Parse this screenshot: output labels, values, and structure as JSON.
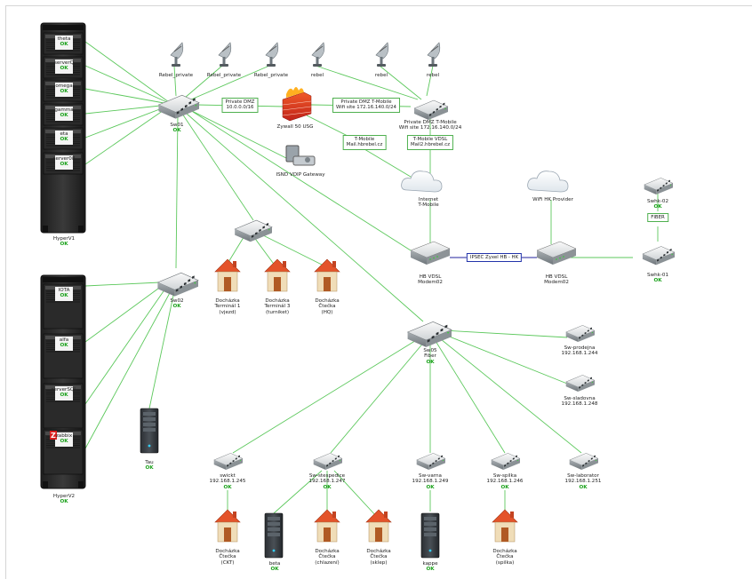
{
  "colors": {
    "link_green": "#5cc85c",
    "link_blue": "#22229e",
    "status_ok": "#1aa11a",
    "box_border": "#4fb04f"
  },
  "racks": [
    {
      "id": "hyperv1",
      "name": "HyperV1",
      "status": "OK",
      "servers": [
        {
          "name": "theta",
          "status": "OK"
        },
        {
          "name": "serverQ",
          "status": "OK"
        },
        {
          "name": "omega",
          "status": "OK"
        },
        {
          "name": "gamma",
          "status": "OK"
        },
        {
          "name": "eta",
          "status": "OK"
        },
        {
          "name": "server08",
          "status": "OK"
        }
      ]
    },
    {
      "id": "hyperv2",
      "name": "HyperV2",
      "status": "OK",
      "servers": [
        {
          "name": "IOTA",
          "status": "OK"
        },
        {
          "name": "alfa",
          "status": "OK"
        },
        {
          "name": "serverSQL",
          "status": "OK"
        },
        {
          "name": "zabbix",
          "status": "OK"
        }
      ]
    }
  ],
  "antennas": [
    {
      "name": "Rebel_private"
    },
    {
      "name": "Rebel_private"
    },
    {
      "name": "Rebel_private"
    },
    {
      "name": "rebel"
    },
    {
      "name": "rebel"
    },
    {
      "name": "rebel"
    }
  ],
  "switches": {
    "sw01": {
      "name": "Sw01",
      "status": "OK"
    },
    "sw02": {
      "name": "Sw02",
      "status": "OK"
    },
    "sw_center": {
      "name": ""
    },
    "pdmz": {
      "name": "Private DMZ T-Mobile",
      "line2": "Wifi site 172.16.140.0/24"
    },
    "sw05": {
      "name": "Sw05",
      "line2": "Fiber",
      "status": "OK"
    },
    "prodejna": {
      "name": "Sw-prodejna",
      "line2": "192.168.1.244"
    },
    "sladovna": {
      "name": "Sw-sladovna",
      "line2": "192.168.1.248"
    },
    "swickt": {
      "name": "swickt",
      "line2": "192.168.1.245",
      "status": "OK"
    },
    "stespedice": {
      "name": "Sw-stespedice",
      "line2": "192.168.1.247",
      "status": "OK"
    },
    "varna": {
      "name": "Sw-varna",
      "line2": "192.168.1.249",
      "status": "OK"
    },
    "spilka": {
      "name": "Sw-spilka",
      "line2": "192.168.1.246",
      "status": "OK"
    },
    "laborator": {
      "name": "Sw-laborator",
      "line2": "192.168.1.251",
      "status": "OK"
    },
    "swhk02": {
      "name": "Swhk-02",
      "status": "OK"
    },
    "swhk01": {
      "name": "Swhk-01",
      "status": "OK"
    }
  },
  "modems": {
    "hb1": {
      "name": "HB VDSL",
      "line2": "Modem02"
    },
    "hb2": {
      "name": "HB VDSL",
      "line2": "Modem02"
    }
  },
  "clouds": {
    "internet": {
      "name": "Internet",
      "line2": "T-Mobile"
    },
    "wifi": {
      "name": "WiFi HK Provider"
    }
  },
  "firewall": {
    "name": "Zywall 50 USG"
  },
  "isdn": {
    "name": "ISND VOIP Gateway"
  },
  "link_labels": {
    "dmz": {
      "line1": "Private DMZ",
      "line2": "10.0.0.0/16"
    },
    "pdmz_wifi": {
      "line1": "Private DMZ T-Mobile",
      "line2": "Wifi site 172.16.140.0/24"
    },
    "tmobile": {
      "line1": "T-Mobile",
      "line2": "Mail.hbrebel.cz"
    },
    "tmobile_vdsl": {
      "line1": "T-Mobile VDSL",
      "line2": "Mail2.hbrebel.cz"
    },
    "ipsec": {
      "line1": "IPSEC Zyxel HB - HK"
    },
    "fiber": {
      "line1": "FIBER"
    }
  },
  "houses": [
    {
      "line1": "Docházka",
      "line2": "Terminál 1",
      "line3": "(vjezd)"
    },
    {
      "line1": "Docházka",
      "line2": "Terminál 3",
      "line3": "(turniket)"
    },
    {
      "line1": "Docházka",
      "line2": "Čtečka",
      "line3": "(HQ)"
    },
    {
      "line1": "Docházka",
      "line2": "Čtečka",
      "line3": "(CKT)"
    },
    {
      "line1": "Docházka",
      "line2": "Čtečka",
      "line3": "(chlazení)"
    },
    {
      "line1": "Docházka",
      "line2": "Čtečka",
      "line3": "(sklep)"
    },
    {
      "line1": "Docházka",
      "line2": "Čtečka",
      "line3": "(spilka)"
    }
  ],
  "towers": [
    {
      "name": "Tau",
      "status": "OK"
    },
    {
      "name": "beta",
      "status": "OK"
    },
    {
      "name": "kappe",
      "status": "OK"
    }
  ]
}
